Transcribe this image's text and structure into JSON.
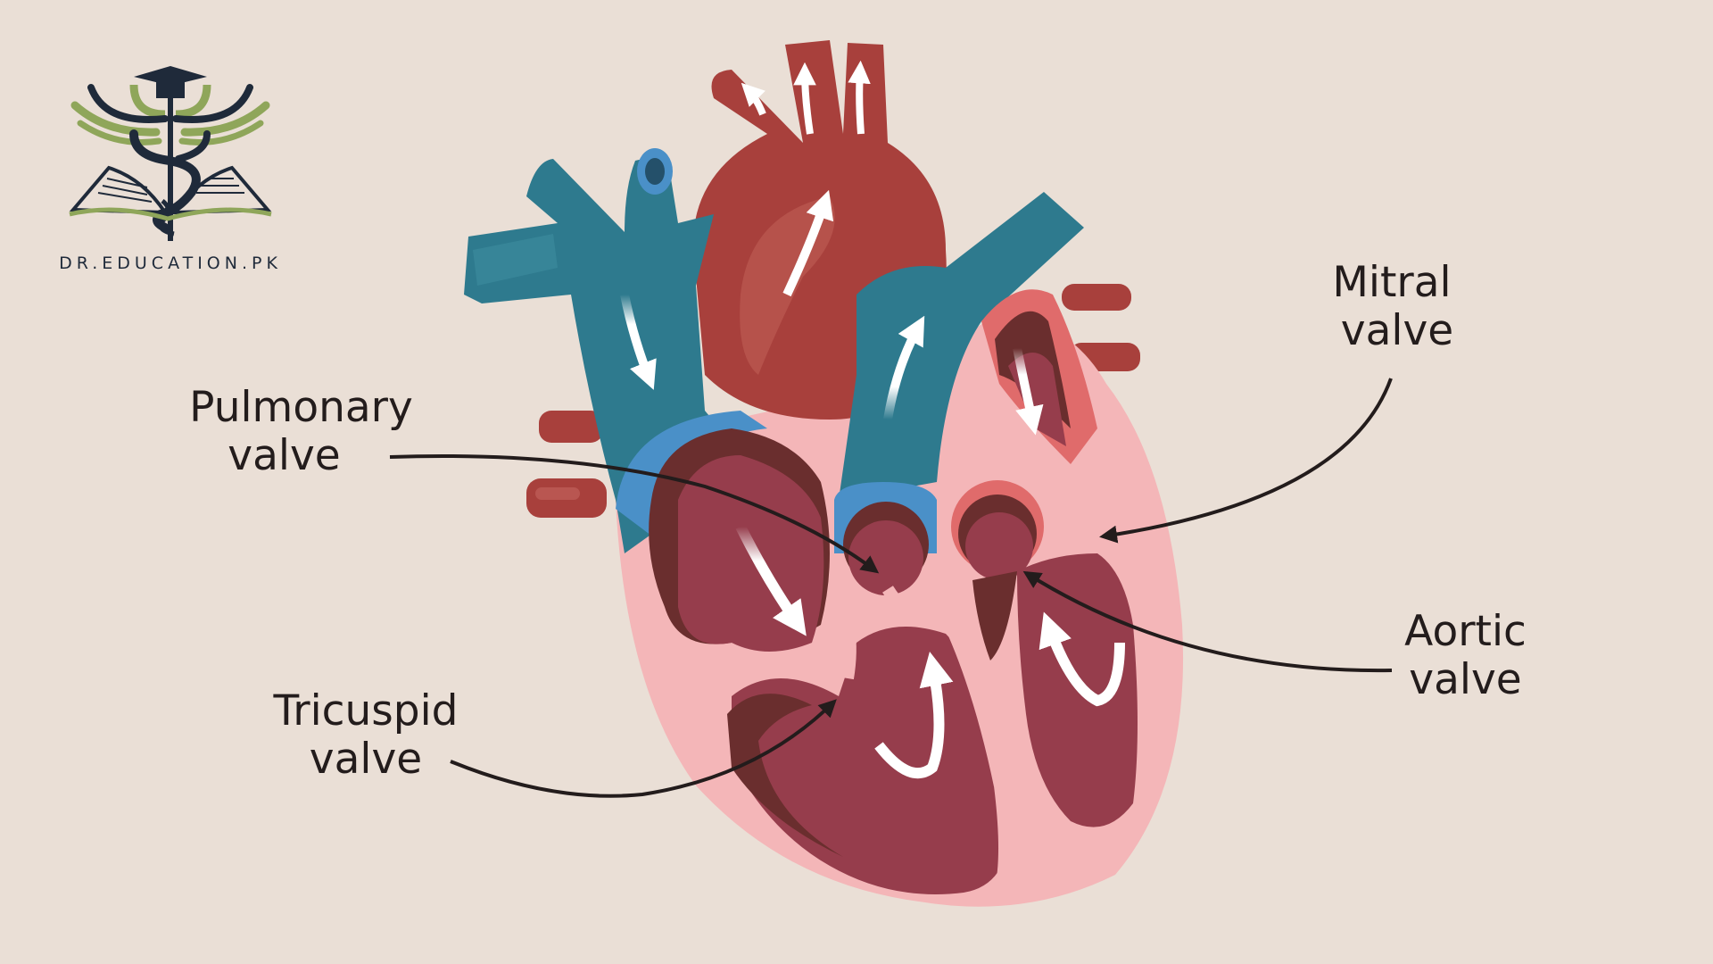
{
  "logo": {
    "text": "DR.EDUCATION.PK",
    "icon": "caduceus-graduation-book-logo",
    "colors": {
      "navy": "#1F2A3A",
      "green": "#8FA65A"
    }
  },
  "diagram": {
    "subject": "Human heart cross-section with blood flow arrows",
    "colors": {
      "background": "#EADFD6",
      "deoxygenated_vessel": "#2E7A8E",
      "vessel_rim": "#4A90C8",
      "oxygenated_vessel": "#A8403C",
      "chamber": "#963D4C",
      "chamber_shadow": "#6A2E2E",
      "myocardium": "#F4B6B8",
      "label_text": "#231C1C"
    }
  },
  "labels": {
    "pulmonary": {
      "line1": "Pulmonary",
      "line2": "valve"
    },
    "mitral": {
      "line1": "Mitral",
      "line2": "valve"
    },
    "aortic": {
      "line1": "Aortic",
      "line2": "valve"
    },
    "tricuspid": {
      "line1": "Tricuspid",
      "line2": "valve"
    }
  }
}
